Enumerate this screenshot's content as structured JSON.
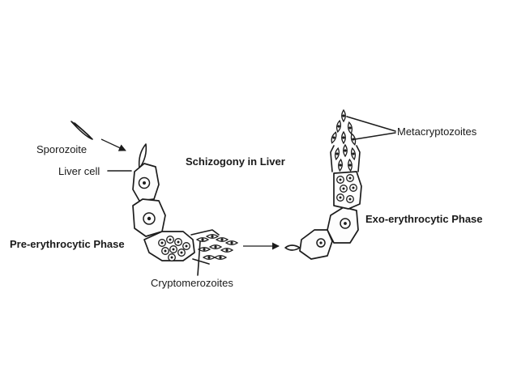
{
  "title": "Schizogony in Liver",
  "labels": {
    "sporozoite": "Sporozoite",
    "liver_cell": "Liver cell",
    "pre_erythrocytic": "Pre-erythrocytic Phase",
    "cryptomerozoites": "Cryptomerozoites",
    "metacryptozoites": "Metacryptozoites",
    "exo_erythrocytic": "Exo-erythrocytic Phase"
  }
}
